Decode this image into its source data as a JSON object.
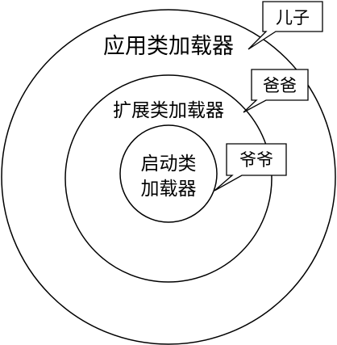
{
  "diagram": {
    "outer": {
      "label": "应用类加载器",
      "callout": "儿子"
    },
    "middle": {
      "label": "扩展类加载器",
      "callout": "爸爸"
    },
    "inner": {
      "label_line1": "启动类",
      "label_line2": "加载器",
      "callout": "爷爷"
    },
    "colors": {
      "stroke": "#000000",
      "background": "#ffffff"
    }
  }
}
